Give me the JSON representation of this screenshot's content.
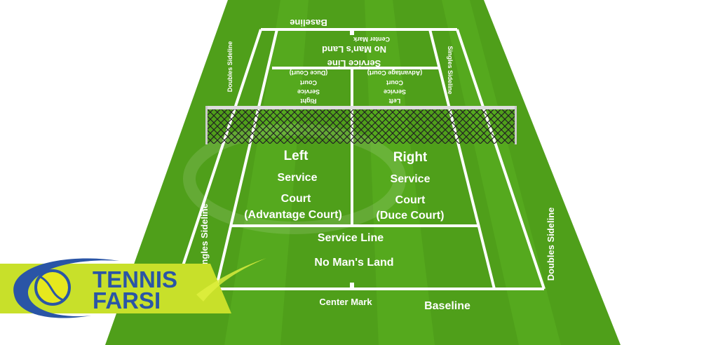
{
  "colors": {
    "grass": "#4f9f1a",
    "grass_light": "#5cb321",
    "lines": "#ffffff",
    "logo_band": "#c8e02a",
    "logo_blue": "#2a55a6"
  },
  "far_side": {
    "baseline": "Baseline",
    "center_mark": "Center Mark",
    "no_mans_land": "No Man's Land",
    "service_line": "Service Line",
    "right_box": [
      "Right",
      "Service",
      "Court",
      "(Duce Court)"
    ],
    "left_box": [
      "Left",
      "Service",
      "Court",
      "(Advantage Court)"
    ],
    "doubles_sideline": "Doubles Sideline",
    "singles_sideline": "Singles Sideline"
  },
  "near_side": {
    "left_box": [
      "Left",
      "Service",
      "Court",
      "(Advantage Court)"
    ],
    "right_box": [
      "Right",
      "Service",
      "Court",
      "(Duce Court)"
    ],
    "service_line": "Service Line",
    "no_mans_land": "No Man's Land",
    "center_mark": "Center Mark",
    "baseline": "Baseline",
    "singles_sideline": "Singles Sideline",
    "doubles_sideline": "Doubles Sideline"
  },
  "logo": {
    "line1": "TENNIS",
    "line2": "FARSI"
  }
}
